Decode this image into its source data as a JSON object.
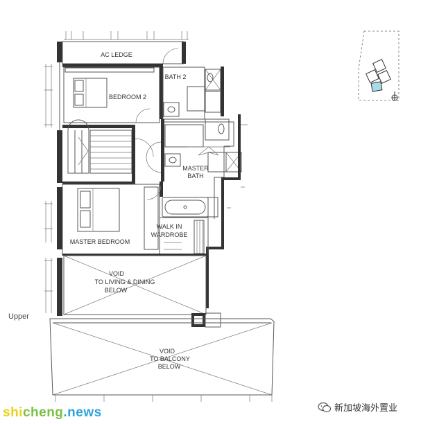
{
  "rooms": {
    "ac_ledge": "AC LEDGE",
    "bedroom_2": "BEDROOM 2",
    "bath_2": "BATH 2",
    "master_bath_line1": "MASTER",
    "master_bath_line2": "BATH",
    "walk_in_line1": "WALK IN",
    "walk_in_line2": "WARDROBE",
    "master_bedroom": "MASTER BEDROOM",
    "void_living_line1": "VOID",
    "void_living_line2": "TO LIVING & DINING",
    "void_living_line3": "BELOW",
    "void_balcony_line1": "VOID",
    "void_balcony_line2": "TO BALCONY",
    "void_balcony_line3": "BELOW"
  },
  "level_label": "Upper",
  "watermark": {
    "part1": "shi",
    "part2": "cheng",
    "part3": ".news"
  },
  "wechat_label": "新加坡海外置业",
  "colors": {
    "highlight_unit": "#a8dce6",
    "wall": "#333333"
  },
  "icons": {
    "north": "compass-icon",
    "social": "wechat-icon"
  }
}
